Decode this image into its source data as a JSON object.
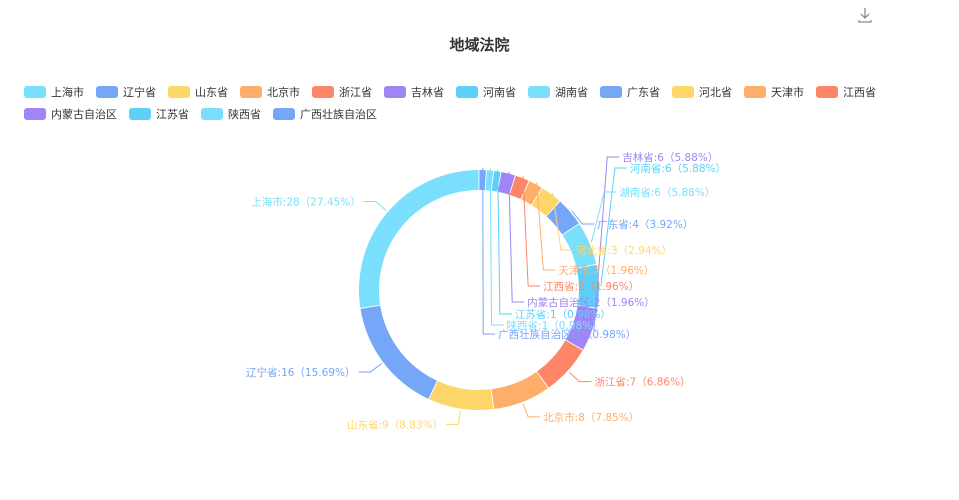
{
  "title": "地域法院",
  "icons": {
    "download": "download-icon"
  },
  "chart_data": {
    "type": "pie",
    "variant": "donut",
    "title": "地域法院",
    "legend_position": "top",
    "labels_shown": true,
    "slices": [
      {
        "name": "上海市",
        "value": 28,
        "percent": 27.45,
        "color": "#79dffc",
        "label": "上海市:28（27.45%）"
      },
      {
        "name": "辽宁省",
        "value": 16,
        "percent": 15.69,
        "color": "#75a6f7",
        "label": "辽宁省:16（15.69%）"
      },
      {
        "name": "山东省",
        "value": 9,
        "percent": 8.83,
        "color": "#fdd66a",
        "label": "山东省:9（8.83%）"
      },
      {
        "name": "北京市",
        "value": 8,
        "percent": 7.85,
        "color": "#fdaf6a",
        "label": "北京市:8（7.85%）"
      },
      {
        "name": "浙江省",
        "value": 7,
        "percent": 6.86,
        "color": "#fd8668",
        "label": "浙江省:7（6.86%）"
      },
      {
        "name": "吉林省",
        "value": 6,
        "percent": 5.88,
        "color": "#a085f6",
        "label": "吉林省:6（5.88%）"
      },
      {
        "name": "河南省",
        "value": 6,
        "percent": 5.88,
        "color": "#5ed0f8",
        "label": "河南省:6（5.88%）"
      },
      {
        "name": "湖南省",
        "value": 6,
        "percent": 5.88,
        "color": "#79dffc",
        "label": "湖南省:6（5.88%）"
      },
      {
        "name": "广东省",
        "value": 4,
        "percent": 3.92,
        "color": "#75a6f7",
        "label": "广东省:4（3.92%）"
      },
      {
        "name": "河北省",
        "value": 3,
        "percent": 2.94,
        "color": "#fdd66a",
        "label": "河北省:3（2.94%）"
      },
      {
        "name": "天津市",
        "value": 2,
        "percent": 1.96,
        "color": "#fdaf6a",
        "label": "天津市:2（1.96%）"
      },
      {
        "name": "江西省",
        "value": 2,
        "percent": 1.96,
        "color": "#fd8668",
        "label": "江西省:2（1.96%）"
      },
      {
        "name": "内蒙古自治区",
        "value": 2,
        "percent": 1.96,
        "color": "#a085f6",
        "label": "内蒙古自治区:2（1.96%）"
      },
      {
        "name": "江苏省",
        "value": 1,
        "percent": 0.98,
        "color": "#5ed0f8",
        "label": "江苏省:1（0.98%）"
      },
      {
        "name": "陕西省",
        "value": 1,
        "percent": 0.98,
        "color": "#79dffc",
        "label": "陕西省:1（0.98%）"
      },
      {
        "name": "广西壮族自治区",
        "value": 1,
        "percent": 0.98,
        "color": "#75a6f7",
        "label": "广西壮族自治区:1（0.98%）"
      }
    ]
  }
}
